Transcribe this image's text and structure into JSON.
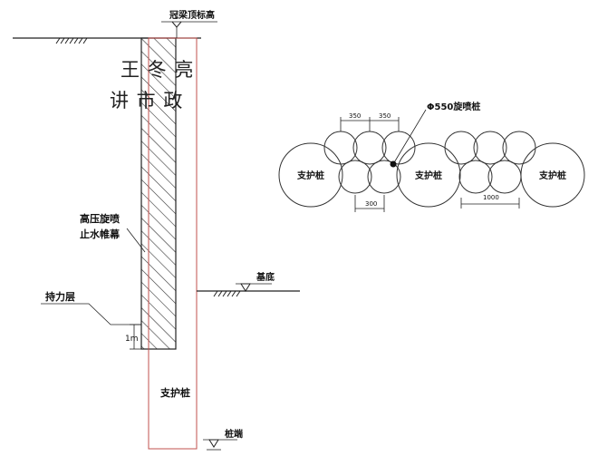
{
  "labels": {
    "crown_beam_top": "冠梁顶标高",
    "watermark_line1": "王 冬 亮",
    "watermark_line2": "讲 市 政",
    "jet_grout_line1": "高压旋喷",
    "jet_grout_line2": "止水帷幕",
    "bearing_layer": "持力层",
    "embed_mark": "1m",
    "pit_bottom": "基底",
    "support_pile_vertical": "支护桩",
    "pile_bottom": "桩端",
    "jet_pile_spec": "Φ550旋喷桩",
    "plan_support_pile_left": "支护桩",
    "plan_support_pile_center": "支护桩",
    "plan_support_pile_right": "支护桩",
    "dim_top_left": "350",
    "dim_top_right": "350",
    "dim_bottom_left": "300",
    "dim_bottom_right": "1000"
  }
}
